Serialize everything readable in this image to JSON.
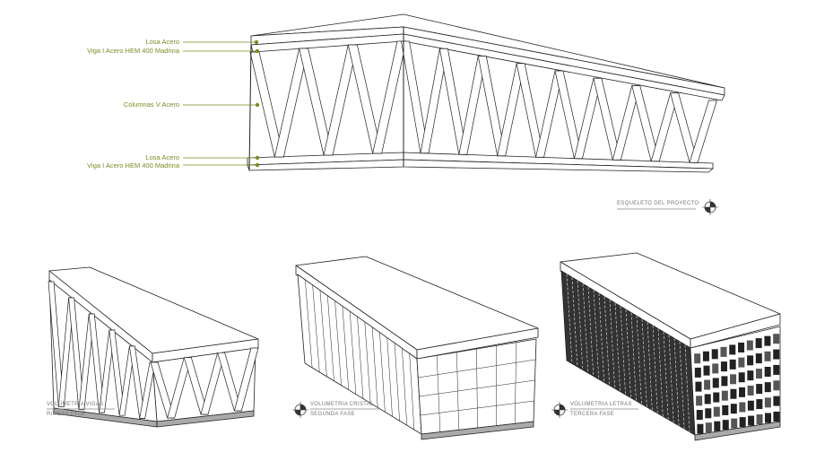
{
  "callouts": [
    {
      "label": "Losa Acero"
    },
    {
      "label": "Viga I Acero HEM 400 Madrina"
    },
    {
      "label": "Columnas V Acero"
    },
    {
      "label": "Losa Acero"
    },
    {
      "label": "Viga I Acero HEM 400 Madrina"
    }
  ],
  "main_caption": "ESQUELETO DEL PROYECTO",
  "phases": [
    {
      "title": "VOLUMETRIA VIGAS",
      "subtitle": "RIMERA FASE"
    },
    {
      "title": "VOLUMETRIA CRISTAL",
      "subtitle": "SEGUNDA FASE"
    },
    {
      "title": "VOLUMETRIA LETRAS",
      "subtitle": "TERCERA FASE"
    }
  ],
  "colors": {
    "callout": "#7f8a22",
    "line": "#222222",
    "caption": "#777777"
  }
}
